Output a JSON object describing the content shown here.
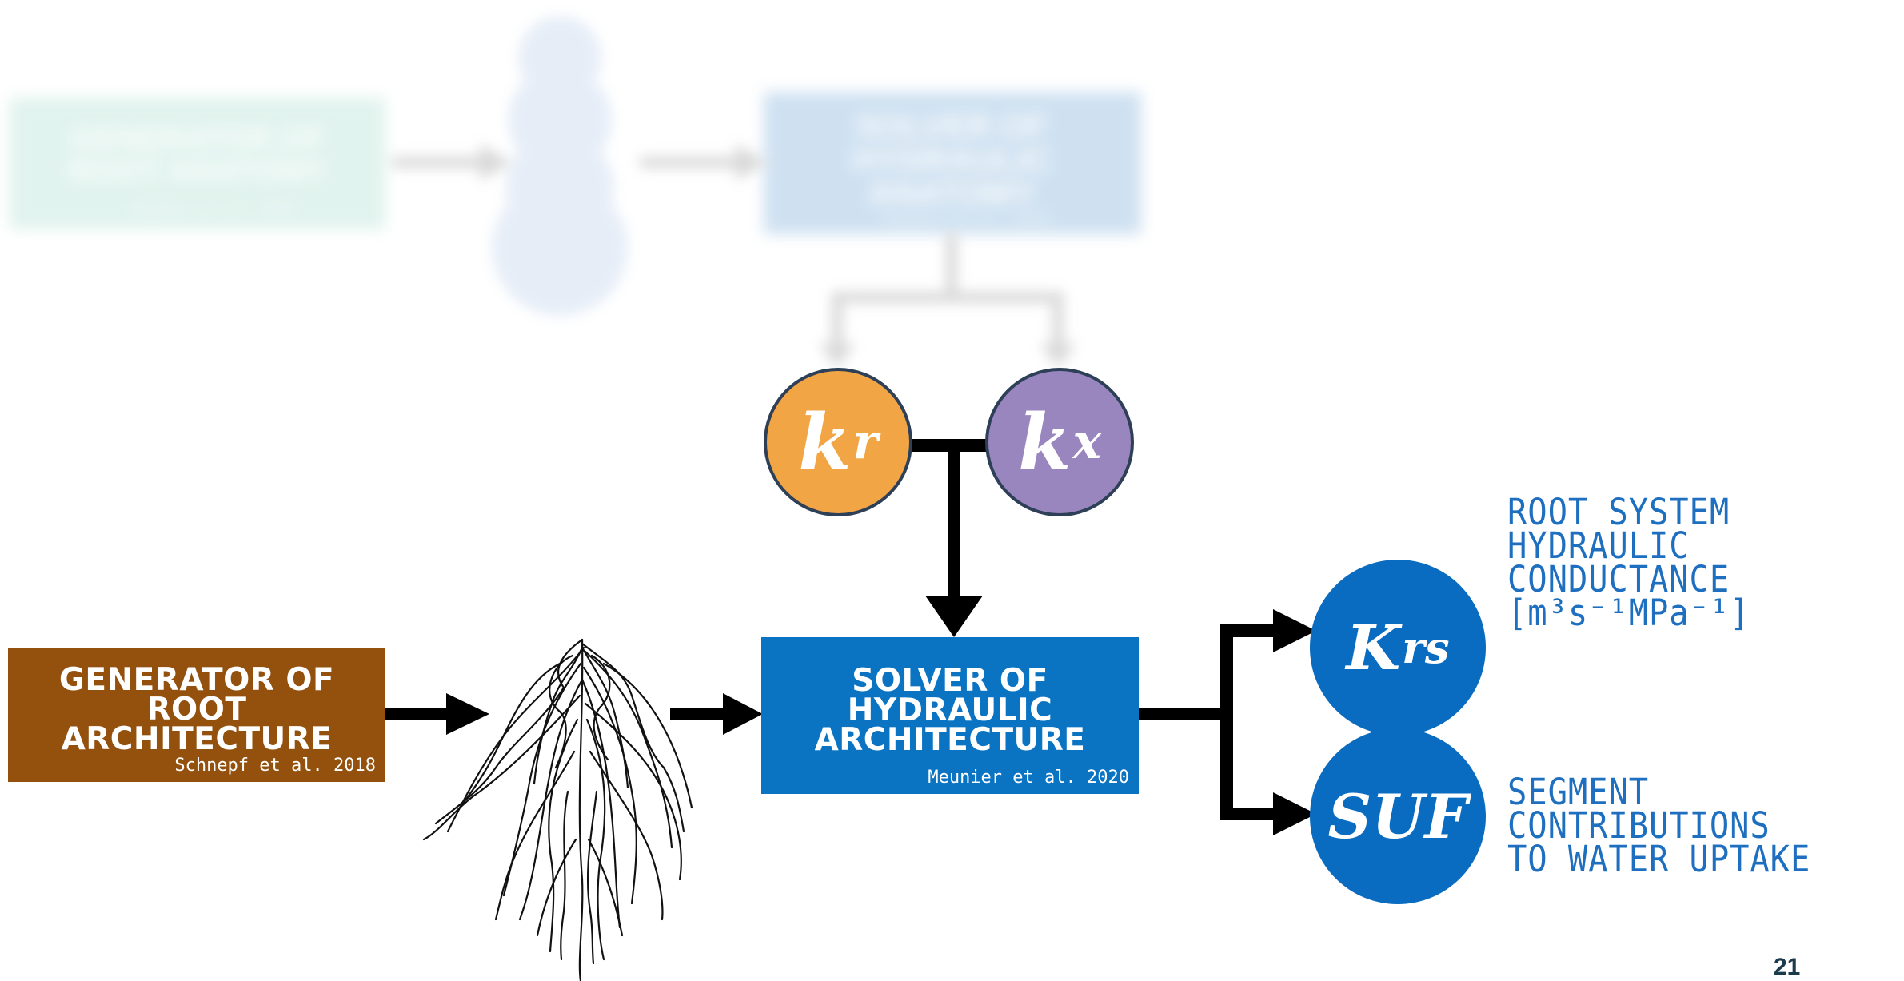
{
  "background_row": {
    "generator_anatomy": {
      "title": "GENERATOR OF ROOT ANATOMY",
      "ref": "Heymans et al. 2020"
    },
    "solver_anatomy": {
      "title": "SOLVER OF HYDRAULIC ANATOMY",
      "ref": "Heymans et al. 2020"
    }
  },
  "generator": {
    "title": "GENERATOR OF ROOT ARCHITECTURE",
    "ref": "Schnepf et al. 2018"
  },
  "solver": {
    "title": "SOLVER OF HYDRAULIC ARCHITECTURE",
    "ref": "Meunier et al. 2020"
  },
  "kr": {
    "base": "k",
    "sub": "r"
  },
  "kx": {
    "base": "k",
    "sub": "x"
  },
  "krs": {
    "base": "K",
    "sub": "rs",
    "label_lines": [
      "ROOT SYSTEM",
      "HYDRAULIC",
      "CONDUCTANCE"
    ],
    "units": "[m³s⁻¹MPa⁻¹]"
  },
  "suf": {
    "base": "SUF",
    "label_lines": [
      "SEGMENT",
      "CONTRIBUTIONS",
      "TO WATER UPTAKE"
    ]
  },
  "page_number": "21",
  "colors": {
    "generator_brown": "#93510d",
    "solver_blue": "#0a73c2",
    "kr_orange": "#f2a545",
    "kx_purple": "#9a86be",
    "output_blue": "#0a6cc0",
    "label_blue": "#1f6fc0"
  }
}
